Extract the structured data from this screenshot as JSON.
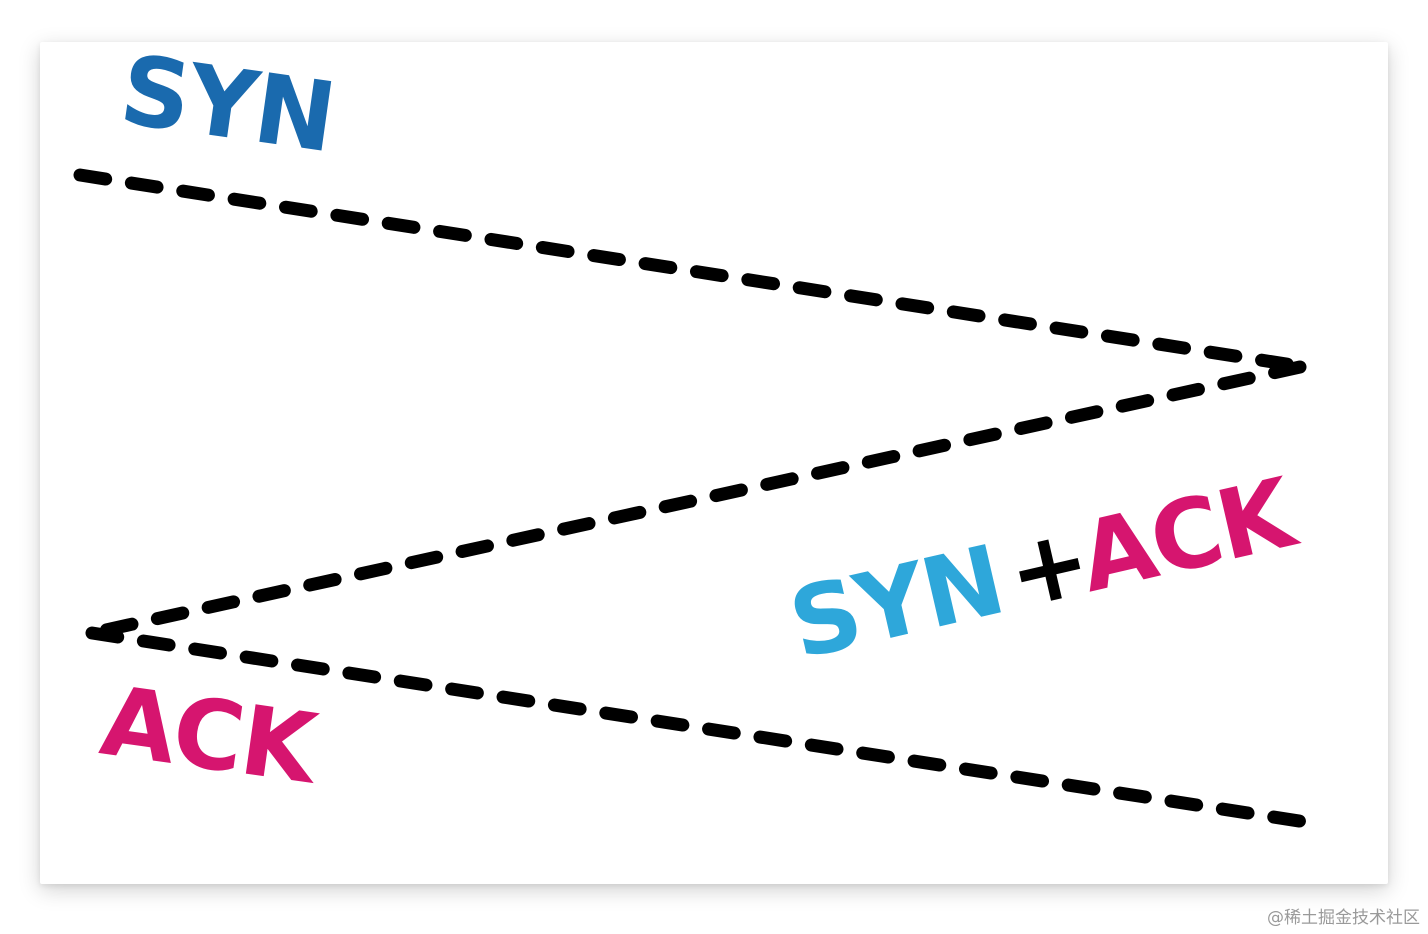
{
  "labels": {
    "syn": "SYN",
    "synack_syn": "SYN",
    "synack_plus": "+",
    "synack_ack": "ACK",
    "ack": "ACK"
  },
  "colors": {
    "syn_blue": "#1a6aae",
    "syn_light_blue": "#2ea7da",
    "ack_magenta": "#d6156f",
    "line_black": "#000000"
  },
  "watermark": "@稀土掘金技术社区"
}
